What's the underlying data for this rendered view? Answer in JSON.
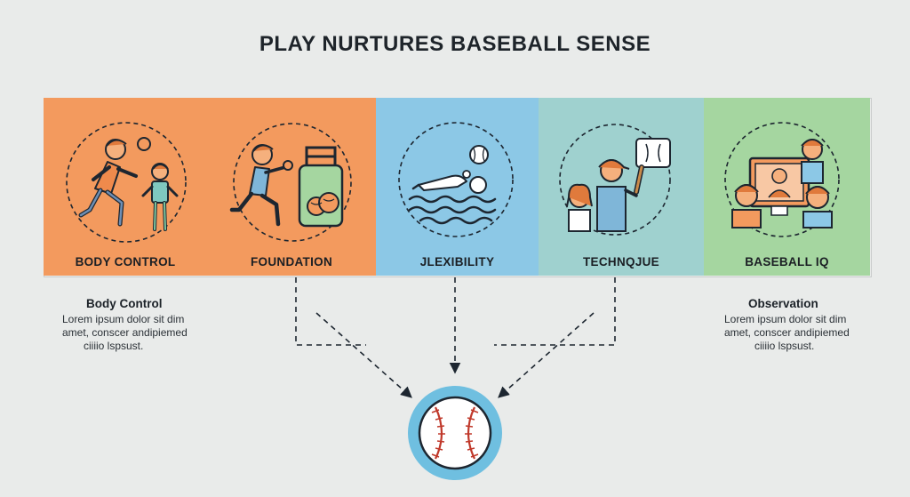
{
  "title": "PLAY NURTURES BASEBALL SENSE",
  "colors": {
    "orange": "#f39a5e",
    "blue": "#8cc8e6",
    "teal": "#9fd1cf",
    "green": "#a5d6a0",
    "line": "#1d2630",
    "ball_ring": "#6fbfe0"
  },
  "panels": [
    {
      "label": "BODY CONTROL",
      "icon": "running-children-icon",
      "color": "#f39a5e"
    },
    {
      "label": "FOUNDATION",
      "icon": "running-child-with-ball-bag-icon",
      "color": "#f39a5e"
    },
    {
      "label": "JLEXIBILITY",
      "icon": "swimmer-with-baseball-icon",
      "color": "#8cc8e6"
    },
    {
      "label": "TECHNQJUE",
      "icon": "batter-with-bat-icon",
      "color": "#9fd1cf"
    },
    {
      "label": "BASEBALL IQ",
      "icon": "group-watching-screen-icon",
      "color": "#a5d6a0"
    }
  ],
  "notes": {
    "left": {
      "heading": "Body Control",
      "lines": [
        "Lorem ipsum dolor sit dim",
        "amet, conscer andipiemed",
        "ciiiio lspsust."
      ]
    },
    "right": {
      "heading": "Observation",
      "lines": [
        "Lorem ipsum dolor sit dim",
        "amet, conscer andipiemed",
        "ciiiio lspsust."
      ]
    }
  },
  "center_icon": "baseball-icon"
}
